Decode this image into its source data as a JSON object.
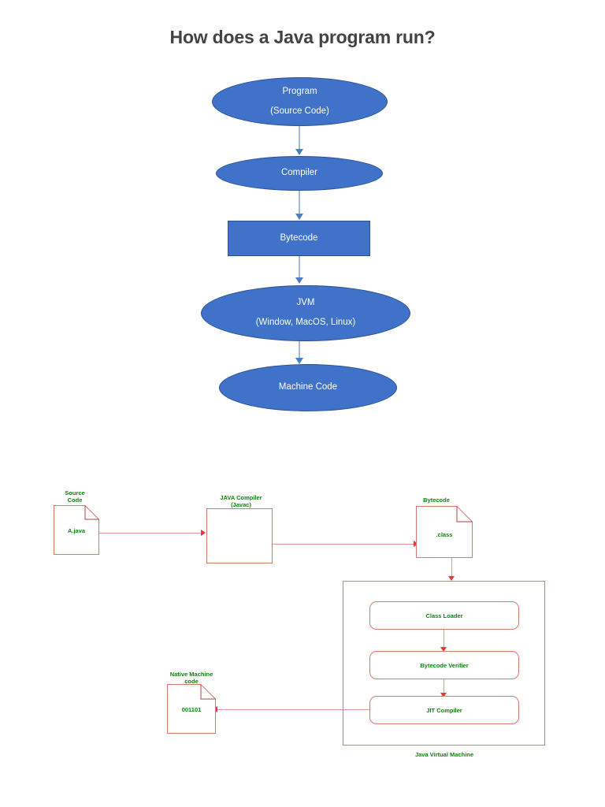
{
  "page": {
    "title": "How does a Java program run?"
  },
  "flow_top": {
    "name": "java-execution-flow",
    "nodes": [
      {
        "id": "program",
        "shape": "ellipse",
        "line1": "Program",
        "line2": "(Source Code)"
      },
      {
        "id": "compiler",
        "shape": "ellipse",
        "line1": "Compiler",
        "line2": ""
      },
      {
        "id": "bytecode",
        "shape": "rectangle",
        "line1": "Bytecode",
        "line2": ""
      },
      {
        "id": "jvm",
        "shape": "ellipse",
        "line1": "JVM",
        "line2": "(Window, MacOS, Linux)"
      },
      {
        "id": "machine-code",
        "shape": "ellipse",
        "line1": "Machine Code",
        "line2": ""
      }
    ],
    "edges": [
      {
        "from": "program",
        "to": "compiler"
      },
      {
        "from": "compiler",
        "to": "bytecode"
      },
      {
        "from": "bytecode",
        "to": "jvm"
      },
      {
        "from": "jvm",
        "to": "machine-code"
      }
    ],
    "colors": {
      "node_fill": "#3f72c8",
      "node_border": "#2c528f",
      "node_text": "#ffffff",
      "connector": "#9fb8dd",
      "arrow_head": "#4a7ec4"
    }
  },
  "flow_bottom": {
    "name": "java-compilation-pipeline",
    "labels": {
      "source_code": "Source\nCode",
      "java_compiler": "JAVA Compiler\n(Javac)",
      "bytecode": "Bytecode",
      "native_machine_code": "Native Machine\ncode",
      "java_virtual_machine": "Java Virtual Machine"
    },
    "documents": [
      {
        "id": "source-code-doc",
        "text": "A.java"
      },
      {
        "id": "bytecode-doc",
        "text": ".class"
      },
      {
        "id": "native-code-doc",
        "text": "001101"
      }
    ],
    "compiler_box": {
      "id": "javac-box",
      "text": ""
    },
    "jvm_stages": [
      {
        "id": "class-loader",
        "text": "Class Loader"
      },
      {
        "id": "bytecode-verifier",
        "text": "Bytecode Verifier"
      },
      {
        "id": "jit-compiler",
        "text": "JIT Compiler"
      }
    ],
    "edges": [
      {
        "from": "source-code-doc",
        "to": "javac-box",
        "direction": "right"
      },
      {
        "from": "javac-box",
        "to": "bytecode-doc",
        "direction": "right"
      },
      {
        "from": "bytecode-doc",
        "to": "jvm-container",
        "direction": "down"
      },
      {
        "from": "class-loader",
        "to": "bytecode-verifier",
        "direction": "down"
      },
      {
        "from": "bytecode-verifier",
        "to": "jit-compiler",
        "direction": "down"
      },
      {
        "from": "jit-compiler",
        "to": "native-code-doc",
        "direction": "left"
      }
    ],
    "colors": {
      "stroke": "#d9786f",
      "connector": "#e09a93",
      "arrow_head": "#e53935",
      "label_text": "#118011",
      "fill": "#ffffff"
    }
  }
}
